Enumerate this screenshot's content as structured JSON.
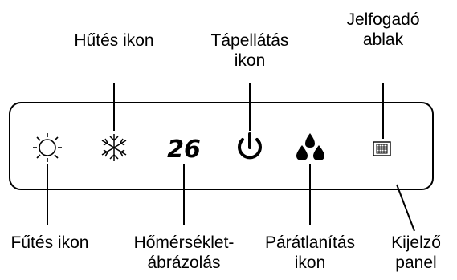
{
  "callouts": {
    "hutes": [
      "Hűtés ikon"
    ],
    "tapellatas": [
      "Tápellátás",
      "ikon"
    ],
    "jelfogado": [
      "Jelfogadó",
      "ablak"
    ],
    "futes": [
      "Fűtés ikon"
    ],
    "homerseklet": [
      "Hőmérséklet-",
      "ábrázolás"
    ],
    "paratlanitas": [
      "Párátlanítás",
      "ikon"
    ],
    "kijelzo": [
      "Kijelző",
      "panel"
    ]
  },
  "display": {
    "temperature": "26"
  },
  "icons": [
    "sun-icon",
    "snowflake-icon",
    "power-icon",
    "droplets-icon",
    "receiver-window-icon"
  ],
  "colors": {
    "line": "#000000",
    "background": "#ffffff"
  }
}
